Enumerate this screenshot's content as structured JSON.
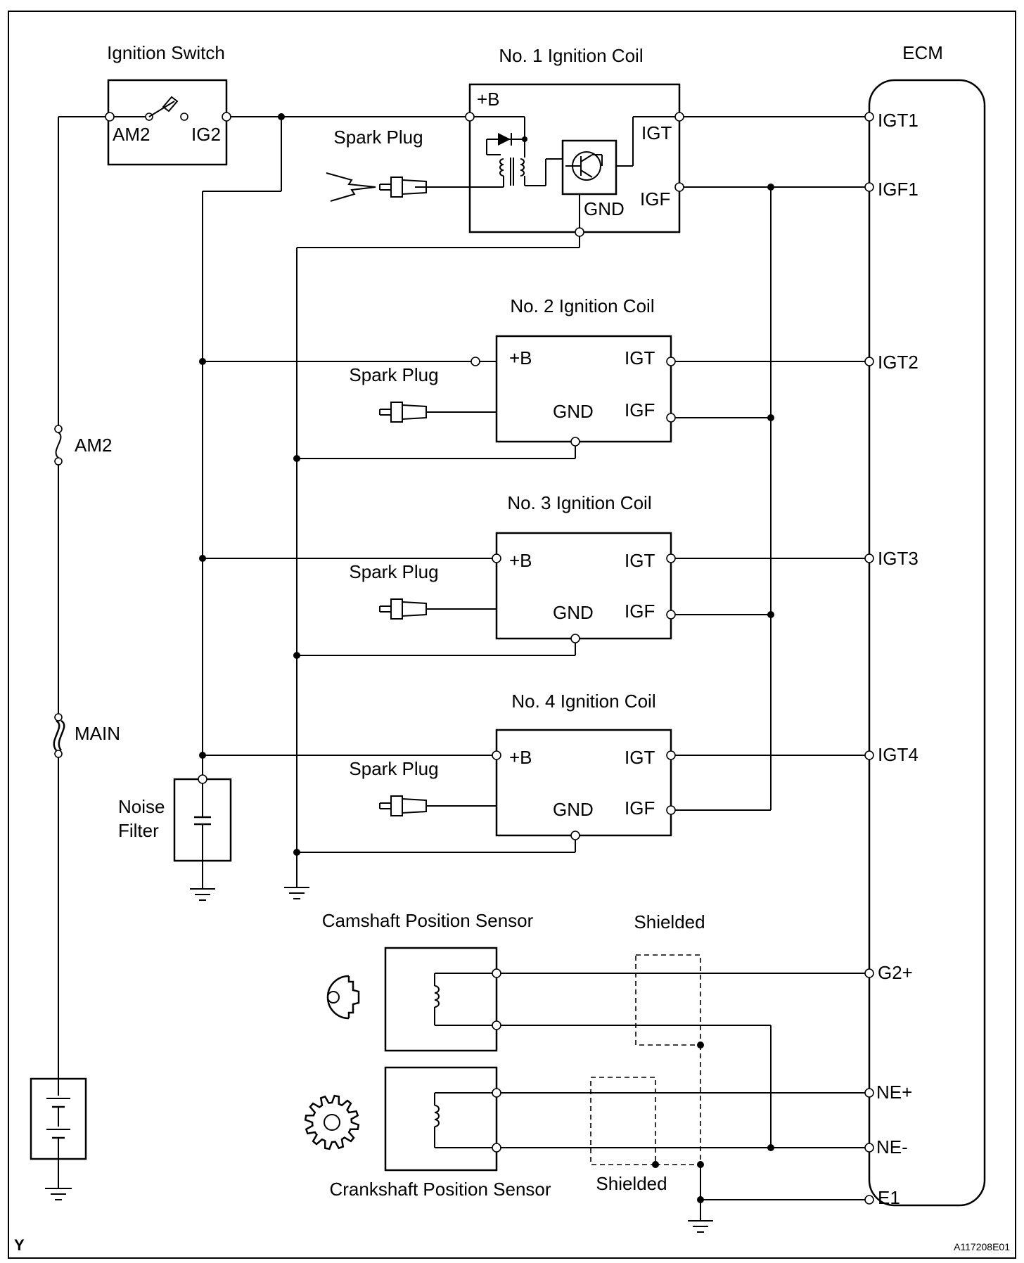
{
  "components": {
    "ignition_switch": {
      "title": "Ignition Switch",
      "am2": "AM2",
      "ig2": "IG2"
    },
    "coil1": {
      "title": "No. 1 Ignition Coil",
      "b": "+B",
      "igt": "IGT",
      "igf": "IGF",
      "gnd": "GND"
    },
    "coil2": {
      "title": "No. 2 Ignition Coil",
      "b": "+B",
      "igt": "IGT",
      "igf": "IGF",
      "gnd": "GND"
    },
    "coil3": {
      "title": "No. 3 Ignition Coil",
      "b": "+B",
      "igt": "IGT",
      "igf": "IGF",
      "gnd": "GND"
    },
    "coil4": {
      "title": "No. 4 Ignition Coil",
      "b": "+B",
      "igt": "IGT",
      "igf": "IGF",
      "gnd": "GND"
    },
    "spark_plug": "Spark Plug",
    "fuse_am2": "AM2",
    "fuse_main": "MAIN",
    "noise_filter": [
      "Noise",
      "Filter"
    ],
    "camshaft_sensor": "Camshaft Position Sensor",
    "crankshaft_sensor": "Crankshaft Position Sensor",
    "shielded": "Shielded"
  },
  "ecm": {
    "title": "ECM",
    "pins": [
      "IGT1",
      "IGF1",
      "IGT2",
      "IGT3",
      "IGT4",
      "G2+",
      "NE+",
      "NE-",
      "E1"
    ]
  },
  "footer": {
    "corner_mark": "Y",
    "figure_code": "A117208E01"
  }
}
